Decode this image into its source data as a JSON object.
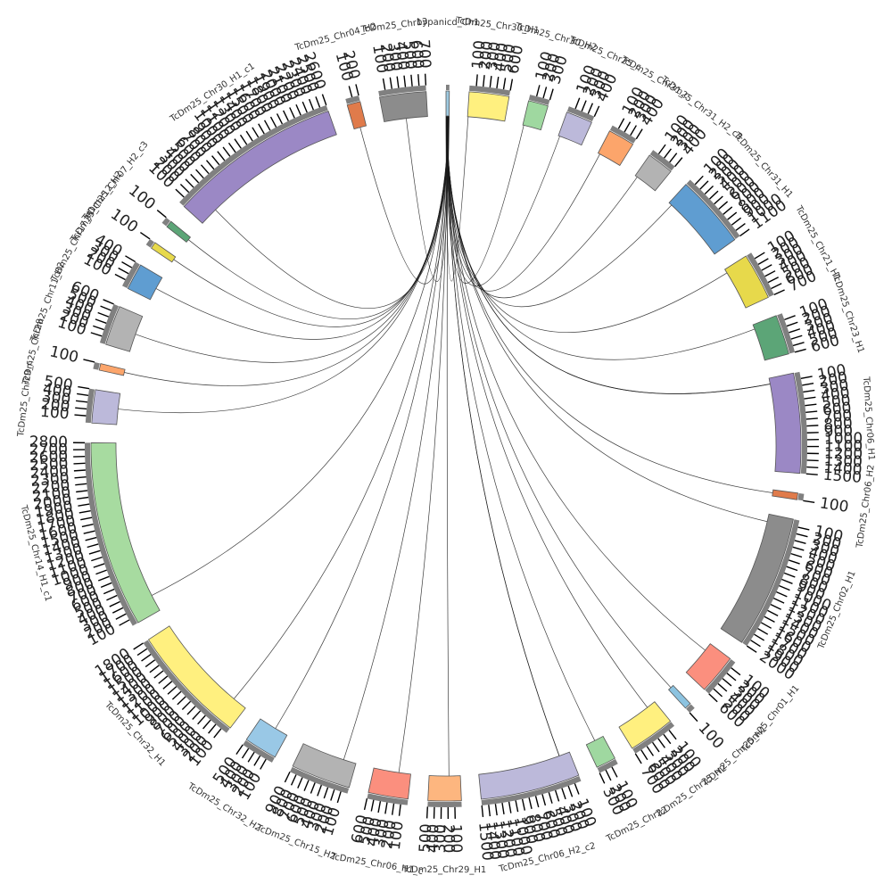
{
  "diagram": {
    "type": "circos",
    "hub_label": "bypanicd_Ch1",
    "tick_step": 100,
    "segments": [
      {
        "name": "bypanicd_Ch1",
        "length": 50,
        "color": "#9ecae1",
        "hub": true
      },
      {
        "name": "TcDm25_Chr30_H1",
        "length": 600,
        "color": "#fff07f"
      },
      {
        "name": "TcDm25_Chr30_H2",
        "length": 300,
        "color": "#9fd8a0"
      },
      {
        "name": "TcDm25_Chr25_c",
        "length": 400,
        "color": "#bcb9da"
      },
      {
        "name": "TcDm25_Chr31_c",
        "length": 400,
        "color": "#fca56b"
      },
      {
        "name": "TcDm25_Chr31_H2_c3",
        "length": 400,
        "color": "#b3b3b3"
      },
      {
        "name": "TcDm25_Chr31_H1",
        "length": 1100,
        "color": "#5f9dd1"
      },
      {
        "name": "TcDm25_Chr21_H1",
        "length": 700,
        "color": "#e7d94b"
      },
      {
        "name": "TcDm25_Chr23_H1",
        "length": 600,
        "color": "#5ca577"
      },
      {
        "name": "TcDm25_Chr06_H1",
        "length": 1500,
        "color": "#9b88c5"
      },
      {
        "name": "TcDm25_Chr06_H2",
        "length": 100,
        "color": "#e07b4b"
      },
      {
        "name": "TcDm25_Chr02_H1",
        "length": 2000,
        "color": "#8c8c8c"
      },
      {
        "name": "TcDm25_Chr01_H1",
        "length": 600,
        "color": "#fb8f7e"
      },
      {
        "name": "TcDm25_Chr25_H1",
        "length": 100,
        "color": "#8cc3e0"
      },
      {
        "name": "TcDm25_Chr25_H2",
        "length": 700,
        "color": "#fff07f"
      },
      {
        "name": "TcDm25_Chr22",
        "length": 300,
        "color": "#9fd8a0"
      },
      {
        "name": "TcDm25_Chr06_H2_c2",
        "length": 1500,
        "color": "#bcb9da"
      },
      {
        "name": "TcDm25_Chr29_H1",
        "length": 500,
        "color": "#fdb67f"
      },
      {
        "name": "TcDm25_Chr06_H1_c",
        "length": 600,
        "color": "#fb8f7e"
      },
      {
        "name": "TcDm25_Chr15_H2",
        "length": 900,
        "color": "#b3b3b3"
      },
      {
        "name": "TcDm25_Chr32_H2",
        "length": 500,
        "color": "#99c8e6"
      },
      {
        "name": "TcDm25_Chr32_H1",
        "length": 1800,
        "color": "#fff07f"
      },
      {
        "name": "TcDm25_Chr14_H1_c1",
        "length": 2800,
        "color": "#a7dba0"
      },
      {
        "name": "TcDm25_Chr29_c",
        "length": 500,
        "color": "#bcb9da"
      },
      {
        "name": "TcDm25_Chr28",
        "length": 100,
        "color": "#fca56b"
      },
      {
        "name": "TcDm25_Chr11_H2",
        "length": 600,
        "color": "#b3b3b3"
      },
      {
        "name": "TcDm25_Chr17_H1",
        "length": 400,
        "color": "#5f9dd1"
      },
      {
        "name": "TcDm25_Chr12_H2",
        "length": 100,
        "color": "#e7d94b"
      },
      {
        "name": "TcDm25_Chr07_H2_c3",
        "length": 100,
        "color": "#5ca577"
      },
      {
        "name": "TcDm25_Chr30_H1_c1",
        "length": 2600,
        "color": "#9b88c5"
      },
      {
        "name": "TcDm25_Chr04_H2",
        "length": 200,
        "color": "#e07b4b"
      },
      {
        "name": "TcDm25_Chr13",
        "length": 700,
        "color": "#8c8c8c"
      }
    ],
    "links": [
      {
        "to": "TcDm25_Chr30_H1",
        "pos": 300
      },
      {
        "to": "TcDm25_Chr30_H2",
        "pos": 150
      },
      {
        "to": "TcDm25_Chr25_c",
        "pos": 100
      },
      {
        "to": "TcDm25_Chr31_c",
        "pos": 200
      },
      {
        "to": "TcDm25_Chr31_H2_c3",
        "pos": 250
      },
      {
        "to": "TcDm25_Chr31_H1",
        "pos": 900
      },
      {
        "to": "TcDm25_Chr21_H1",
        "pos": 400
      },
      {
        "to": "TcDm25_Chr23_H1",
        "pos": 300
      },
      {
        "to": "TcDm25_Chr06_H1",
        "pos": 900
      },
      {
        "to": "TcDm25_Chr06_H1",
        "pos": 1400
      },
      {
        "to": "TcDm25_Chr06_H2",
        "pos": 50
      },
      {
        "to": "TcDm25_Chr02_H1",
        "pos": 1900
      },
      {
        "to": "TcDm25_Chr01_H1",
        "pos": 300
      },
      {
        "to": "TcDm25_Chr25_H1",
        "pos": 50
      },
      {
        "to": "TcDm25_Chr25_H2",
        "pos": 300
      },
      {
        "to": "TcDm25_Chr22",
        "pos": 150
      },
      {
        "to": "TcDm25_Chr06_H2_c2",
        "pos": 500
      },
      {
        "to": "TcDm25_Chr06_H2_c2",
        "pos": 1100
      },
      {
        "to": "TcDm25_Chr29_H1",
        "pos": 250
      },
      {
        "to": "TcDm25_Chr06_H1_c",
        "pos": 300
      },
      {
        "to": "TcDm25_Chr15_H2",
        "pos": 450
      },
      {
        "to": "TcDm25_Chr32_H2",
        "pos": 250
      },
      {
        "to": "TcDm25_Chr32_H1",
        "pos": 1700
      },
      {
        "to": "TcDm25_Chr14_H1_c1",
        "pos": 1200
      },
      {
        "to": "TcDm25_Chr29_c",
        "pos": 250
      },
      {
        "to": "TcDm25_Chr28",
        "pos": 50
      },
      {
        "to": "TcDm25_Chr11_H2",
        "pos": 300
      },
      {
        "to": "TcDm25_Chr17_H1",
        "pos": 200
      },
      {
        "to": "TcDm25_Chr12_H2",
        "pos": 50
      },
      {
        "to": "TcDm25_Chr07_H2_c3",
        "pos": 50
      },
      {
        "to": "TcDm25_Chr30_H1_c1",
        "pos": 300
      },
      {
        "to": "TcDm25_Chr04_H2",
        "pos": 100
      },
      {
        "to": "TcDm25_Chr13",
        "pos": 500
      }
    ]
  }
}
